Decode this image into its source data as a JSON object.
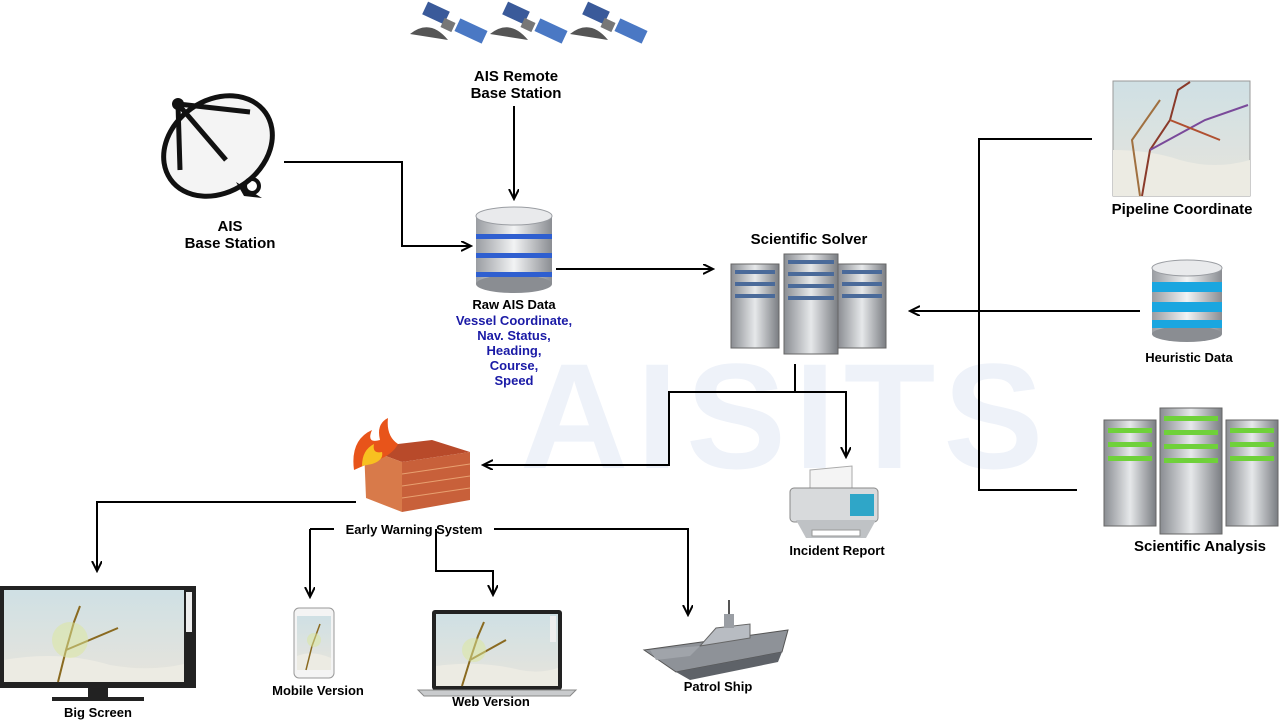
{
  "watermark": "AISITS",
  "nodes": {
    "remote_base_station": {
      "line1": "AIS Remote",
      "line2": "Base Station"
    },
    "base_station": {
      "line1": "AIS",
      "line2": "Base Station"
    },
    "raw_ais_data": {
      "title": "Raw AIS Data",
      "fields": [
        "Vessel Coordinate,",
        "Nav. Status,",
        "Heading,",
        "Course,",
        "Speed"
      ]
    },
    "scientific_solver": "Scientific Solver",
    "pipeline_coordinate": "Pipeline Coordinate",
    "heuristic_data": "Heuristic Data",
    "scientific_analysis": "Scientific Analysis",
    "incident_report": "Incident Report",
    "early_warning_system": "Early Warning System",
    "big_screen": "Big Screen",
    "mobile_version": "Mobile Version",
    "web_version": "Web Version",
    "patrol_ship": "Patrol Ship"
  },
  "colors": {
    "arrow": "#000000",
    "db_blue": "#2f5fd0",
    "db_cyan": "#1aa6e0",
    "analysis_green": "#6fd13a",
    "label_blue": "#1a1aa6",
    "fire": "#e8541a",
    "brick": "#c8603a"
  }
}
